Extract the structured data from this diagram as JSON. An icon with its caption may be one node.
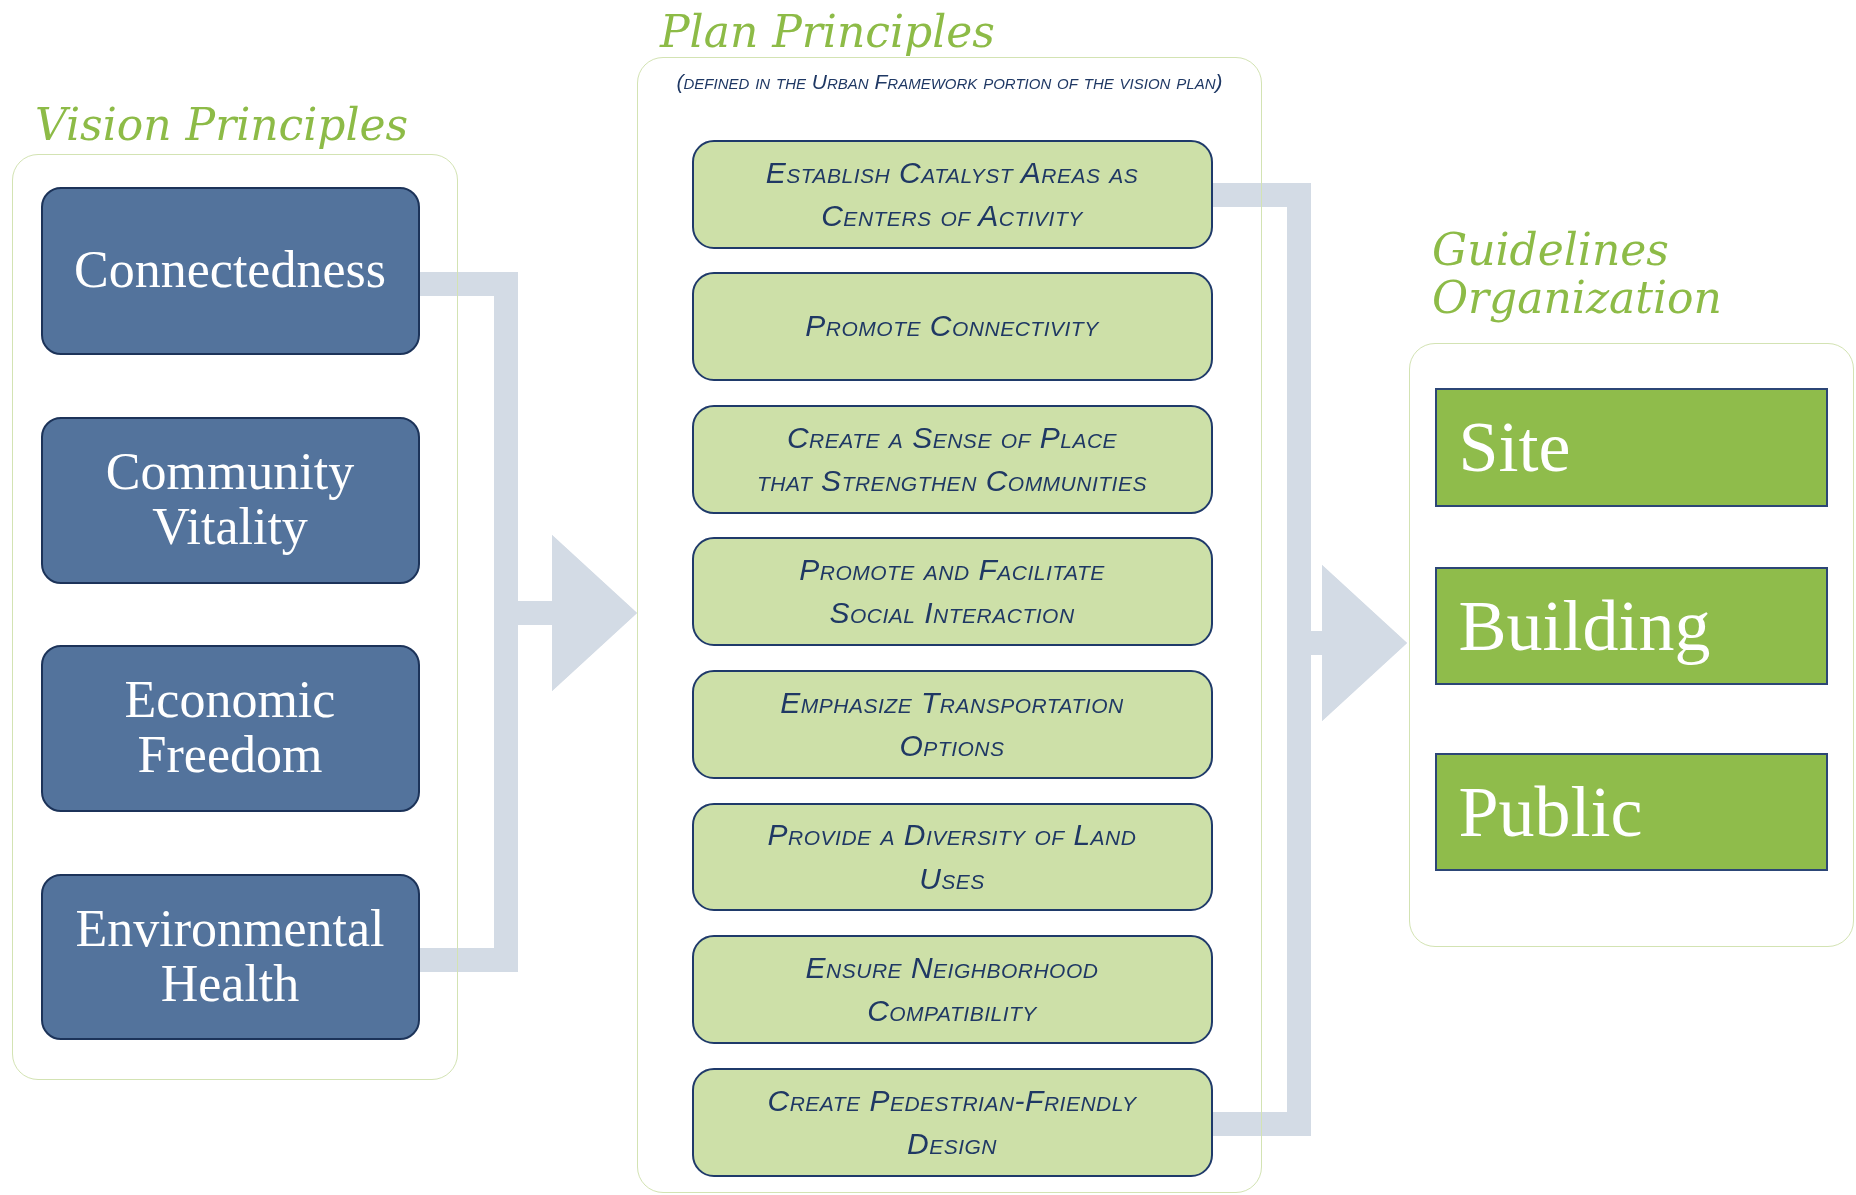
{
  "diagram": {
    "nodes": [
      {
        "text": [
          "Vision Principles"
        ]
      },
      {
        "text": [
          "Connectedness"
        ],
        "in": 0
      },
      {
        "text": [
          "Community Vitality"
        ],
        "in": 0
      },
      {
        "text": [
          "Economic Freedom"
        ],
        "in": 0
      },
      {
        "text": [
          "Environmental Health"
        ],
        "in": 0
      },
      {
        "text": [
          "Plan Principles",
          "(defined in the Urban Framework portion of the vision plan)"
        ]
      },
      {
        "text": [
          "Establish Catalyst Areas as Centers of Activity"
        ],
        "in": 5
      },
      {
        "text": [
          "Promote Connectivity"
        ],
        "in": 5
      },
      {
        "text": [
          "Create a Sense of Place that Strengthen Communities"
        ],
        "in": 5
      },
      {
        "text": [
          "Promote and Facilitate Social Interaction"
        ],
        "in": 5
      },
      {
        "text": [
          "Emphasize Transportation Options"
        ],
        "in": 5
      },
      {
        "text": [
          "Provide a Diversity of Land Uses"
        ],
        "in": 5
      },
      {
        "text": [
          "Ensure Neighborhood Compatibility"
        ],
        "in": 5
      },
      {
        "text": [
          "Create Pedestrian-Friendly Design"
        ],
        "in": 5
      },
      {
        "text": [
          "Guidelines Organization"
        ]
      },
      {
        "text": [
          "Site"
        ],
        "in": 14
      },
      {
        "text": [
          "Building"
        ],
        "in": 14
      },
      {
        "text": [
          "Public"
        ],
        "in": 14
      }
    ],
    "edges": [
      {
        "from": 1,
        "to": 5,
        "arrow": "to"
      },
      {
        "from": 4,
        "to": 5,
        "arrow": "to"
      },
      {
        "from": 6,
        "to": 14,
        "arrow": "to"
      },
      {
        "from": 13,
        "to": 14,
        "arrow": "to"
      }
    ]
  }
}
